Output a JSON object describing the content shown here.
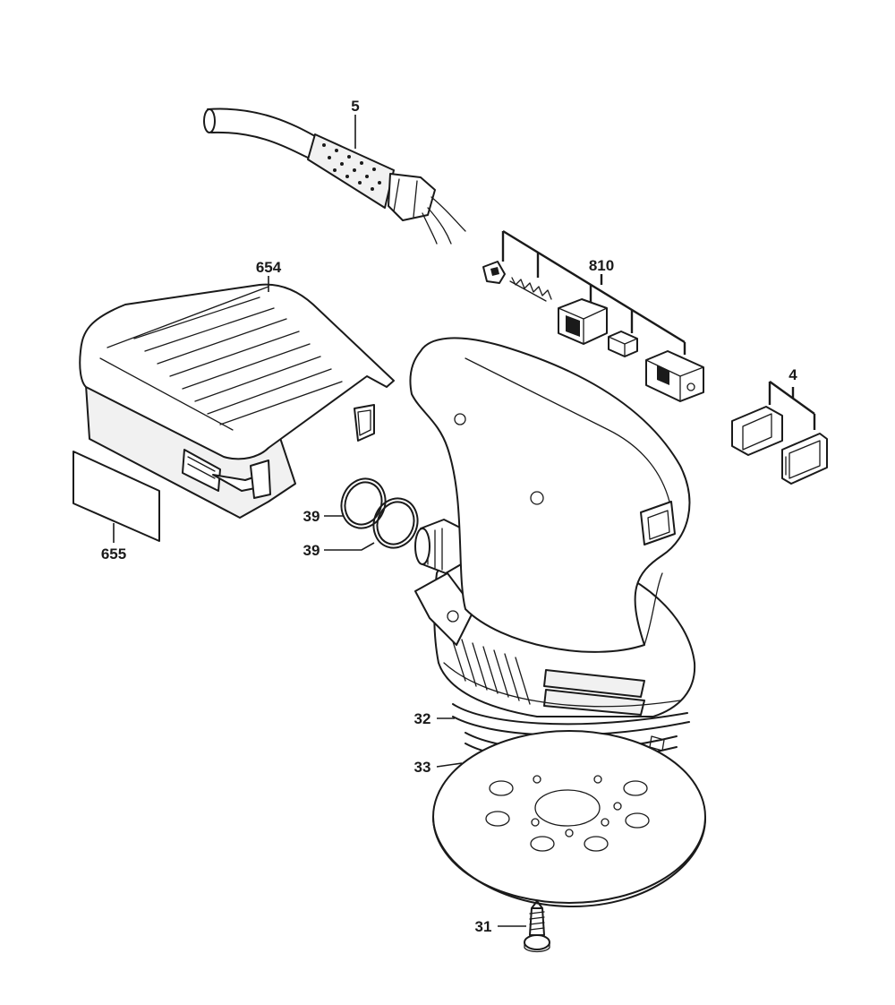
{
  "diagram": {
    "parts": [
      {
        "id": "cord",
        "label": "5"
      },
      {
        "id": "switch-set",
        "label": "810"
      },
      {
        "id": "dust-box",
        "label": "654"
      },
      {
        "id": "switch-cover",
        "label": "4"
      },
      {
        "id": "label-plate",
        "label": "655"
      },
      {
        "id": "o-ring-upper",
        "label": "39"
      },
      {
        "id": "o-ring-lower",
        "label": "39"
      },
      {
        "id": "ring",
        "label": "32"
      },
      {
        "id": "sanding-pad",
        "label": "33"
      },
      {
        "id": "screw",
        "label": "31"
      }
    ]
  },
  "colors": {
    "line": "#1a1a1a",
    "background": "#ffffff"
  }
}
